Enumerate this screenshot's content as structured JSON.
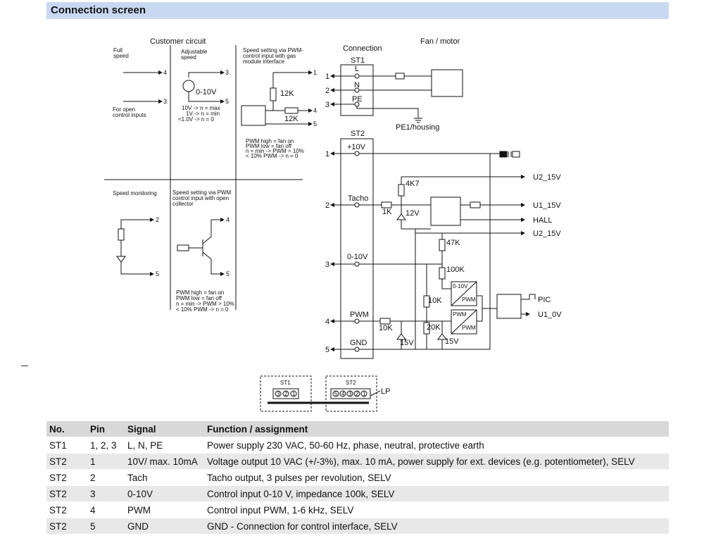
{
  "header": {
    "title": "Connection screen"
  },
  "customer": {
    "title": "Customer circuit",
    "full_speed_1": "Full",
    "full_speed_2": "speed",
    "adjustable_1": "Adjustable",
    "adjustable_2": "speed",
    "for_open_1": "For open",
    "for_open_2": "control inputs",
    "pot_label": "0-10V",
    "pot_note_1": "10V -> n = max",
    "pot_note_2": "1V -> n = min",
    "pot_note_3": "<1.0V -> n = 0",
    "gas_title_1": "Speed setting via PWM-",
    "gas_title_2": "control input with gas",
    "gas_title_3": "module interface",
    "r12k_a": "12K",
    "r12k_b": "12K",
    "gas_note_1": "PWM high = fan on",
    "gas_note_2": "PWM low  = fan off",
    "gas_note_3": "n = min -> PWM > 10%",
    "gas_note_4": "< 10% PWM -> n = 0",
    "monitor_title": "Speed monitoring",
    "oc_title_1": "Speed setting via PWM",
    "oc_title_2": "control input with open",
    "oc_title_3": "collector",
    "oc_note_1": "PWM high = fan on",
    "oc_note_2": "PWM low  = fan off",
    "oc_note_3": "n = min -> PWM > 10%",
    "oc_note_4": "< 10% PWM -> n = 0"
  },
  "motor": {
    "connection": "Connection",
    "fan_motor": "Fan / motor",
    "st1": "ST1",
    "st2": "ST2",
    "l": "L",
    "n": "N",
    "pe": "PE",
    "pe1": "PE1/housing",
    "plus10v": "+10V",
    "tacho": "Tacho",
    "v0_10": "0-10V",
    "pwm": "PWM",
    "gnd": "GND",
    "r4k7": "4K7",
    "r1k": "1K",
    "z12v": "12V",
    "r47k": "47K",
    "r100k": "100K",
    "r10k_a": "10K",
    "r10k_b": "10K",
    "r20k": "20K",
    "z15v_a": "15V",
    "z15v_b": "15V",
    "u2_15v_a": "U2_15V",
    "u1_15v": "U1_15V",
    "hall": "HALL",
    "u2_15v_b": "U2_15V",
    "pic": "PIC",
    "u1_0v": "U1_0V",
    "blk_010v": "0-10V",
    "blk_pwm_a": "PWM",
    "blk_pwm_b": "PWM",
    "blk_pwm_c": "PWM"
  },
  "pin_numbers": [
    "1",
    "2",
    "3",
    "4",
    "5"
  ],
  "connector": {
    "st1": "ST1",
    "st2": "ST2",
    "lp": "LP",
    "st1_pins": [
      "3",
      "2",
      "1"
    ],
    "st2_pins": [
      "5",
      "4",
      "3",
      "2",
      "1"
    ]
  },
  "table": {
    "headers": [
      "No.",
      "Pin",
      "Signal",
      "Function / assignment"
    ],
    "rows": [
      [
        "ST1",
        "1, 2, 3",
        "L, N, PE",
        "Power supply 230 VAC, 50-60 Hz, phase, neutral, protective earth"
      ],
      [
        "ST2",
        "1",
        "10V/ max. 10mA",
        "Voltage output 10 VAC (+/-3%), max. 10 mA, power supply for ext. devices (e.g. potentiometer), SELV"
      ],
      [
        "ST2",
        "2",
        "Tach",
        "Tacho output, 3 pulses per revolution, SELV"
      ],
      [
        "ST2",
        "3",
        "0-10V",
        "Control input 0-10 V, impedance 100k, SELV"
      ],
      [
        "ST2",
        "4",
        "PWM",
        "Control input PWM, 1-6 kHz, SELV"
      ],
      [
        "ST2",
        "5",
        "GND",
        "GND - Connection for control interface, SELV"
      ]
    ]
  }
}
